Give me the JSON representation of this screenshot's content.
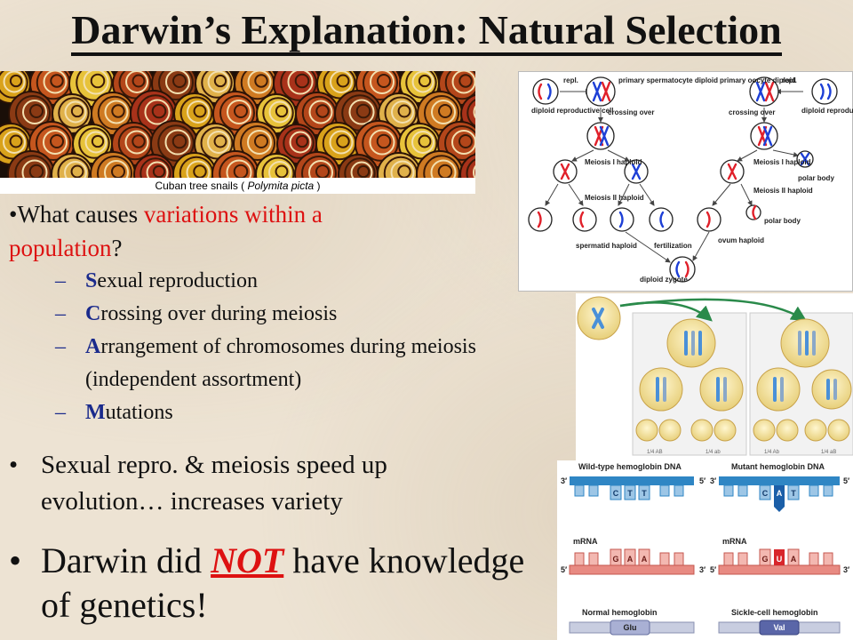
{
  "slide": {
    "title": "Darwin’s Explanation: Natural Selection"
  },
  "photo": {
    "caption_prefix": "Cuban tree snails (",
    "caption_species": "Polymita picta",
    "caption_suffix": ")"
  },
  "question": {
    "bullet": "•",
    "pre": "What causes ",
    "highlight1": "variations within a",
    "highlight2": "population",
    "post": "?"
  },
  "causes": [
    {
      "key": "S",
      "rest": "exual reproduction"
    },
    {
      "key": "C",
      "rest": "rossing over during meiosis"
    },
    {
      "key": "A",
      "rest": "rrangement of chromosomes during meiosis (independent assortment)"
    },
    {
      "key": "M",
      "rest": "utations"
    }
  ],
  "dash": "–",
  "statement1": {
    "bullet": "•",
    "text": "Sexual repro. & meiosis speed up evolution… increases variety"
  },
  "statement2": {
    "bullet": "•",
    "pre": "Darwin did ",
    "emph": "NOT",
    "post": " have knowledge of genetics!"
  },
  "meiosis_diagram": {
    "left": {
      "repl": "repl.",
      "cell_label": "diploid reproductive cell",
      "top_label": "primary spermatocyte diploid",
      "crossing": "crossing over",
      "m1": "Meiosis I haploid",
      "m2": "Meiosis II haploid",
      "bottom": "spermatid haploid"
    },
    "right": {
      "repl": "repl.",
      "cell_label": "diploid reproductive cell",
      "top_label": "primary oocyte diploid",
      "crossing": "crossing over",
      "m1": "Meiosis I haploid",
      "m2": "Meiosis II haploid",
      "polar1": "polar body",
      "polar2": "polar body",
      "bottom": "ovum haploid"
    },
    "fertilization": "fertilization",
    "zygote": "diploid zygote"
  },
  "assortment_diagram": {
    "left_label": "1/4 AB",
    "left_label2": "1/4 ab",
    "right_label": "1/4 Ab",
    "right_label2": "1/4 aB"
  },
  "hemoglobin_diagram": {
    "wild_title": "Wild-type hemoglobin DNA",
    "mutant_title": "Mutant hemoglobin DNA",
    "three": "3′",
    "five": "5′",
    "wild_dna": [
      "C",
      "T",
      "T"
    ],
    "mutant_dna": [
      "C",
      "A",
      "T"
    ],
    "mrna": "mRNA",
    "wild_mrna": [
      "G",
      "A",
      "A"
    ],
    "mutant_mrna": [
      "G",
      "U",
      "A"
    ],
    "normal": "Normal hemoglobin",
    "sickle": "Sickle-cell hemoglobin",
    "glu": "Glu",
    "val": "Val"
  },
  "colors": {
    "red_text": "#dd1111",
    "blue_text": "#1a2a8c",
    "chrom_red": "#e0202a",
    "chrom_blue": "#1d3fd6",
    "dna_blue": "#2f86c4",
    "mrna_red": "#e88a82",
    "mutation_red": "#d8262b"
  }
}
